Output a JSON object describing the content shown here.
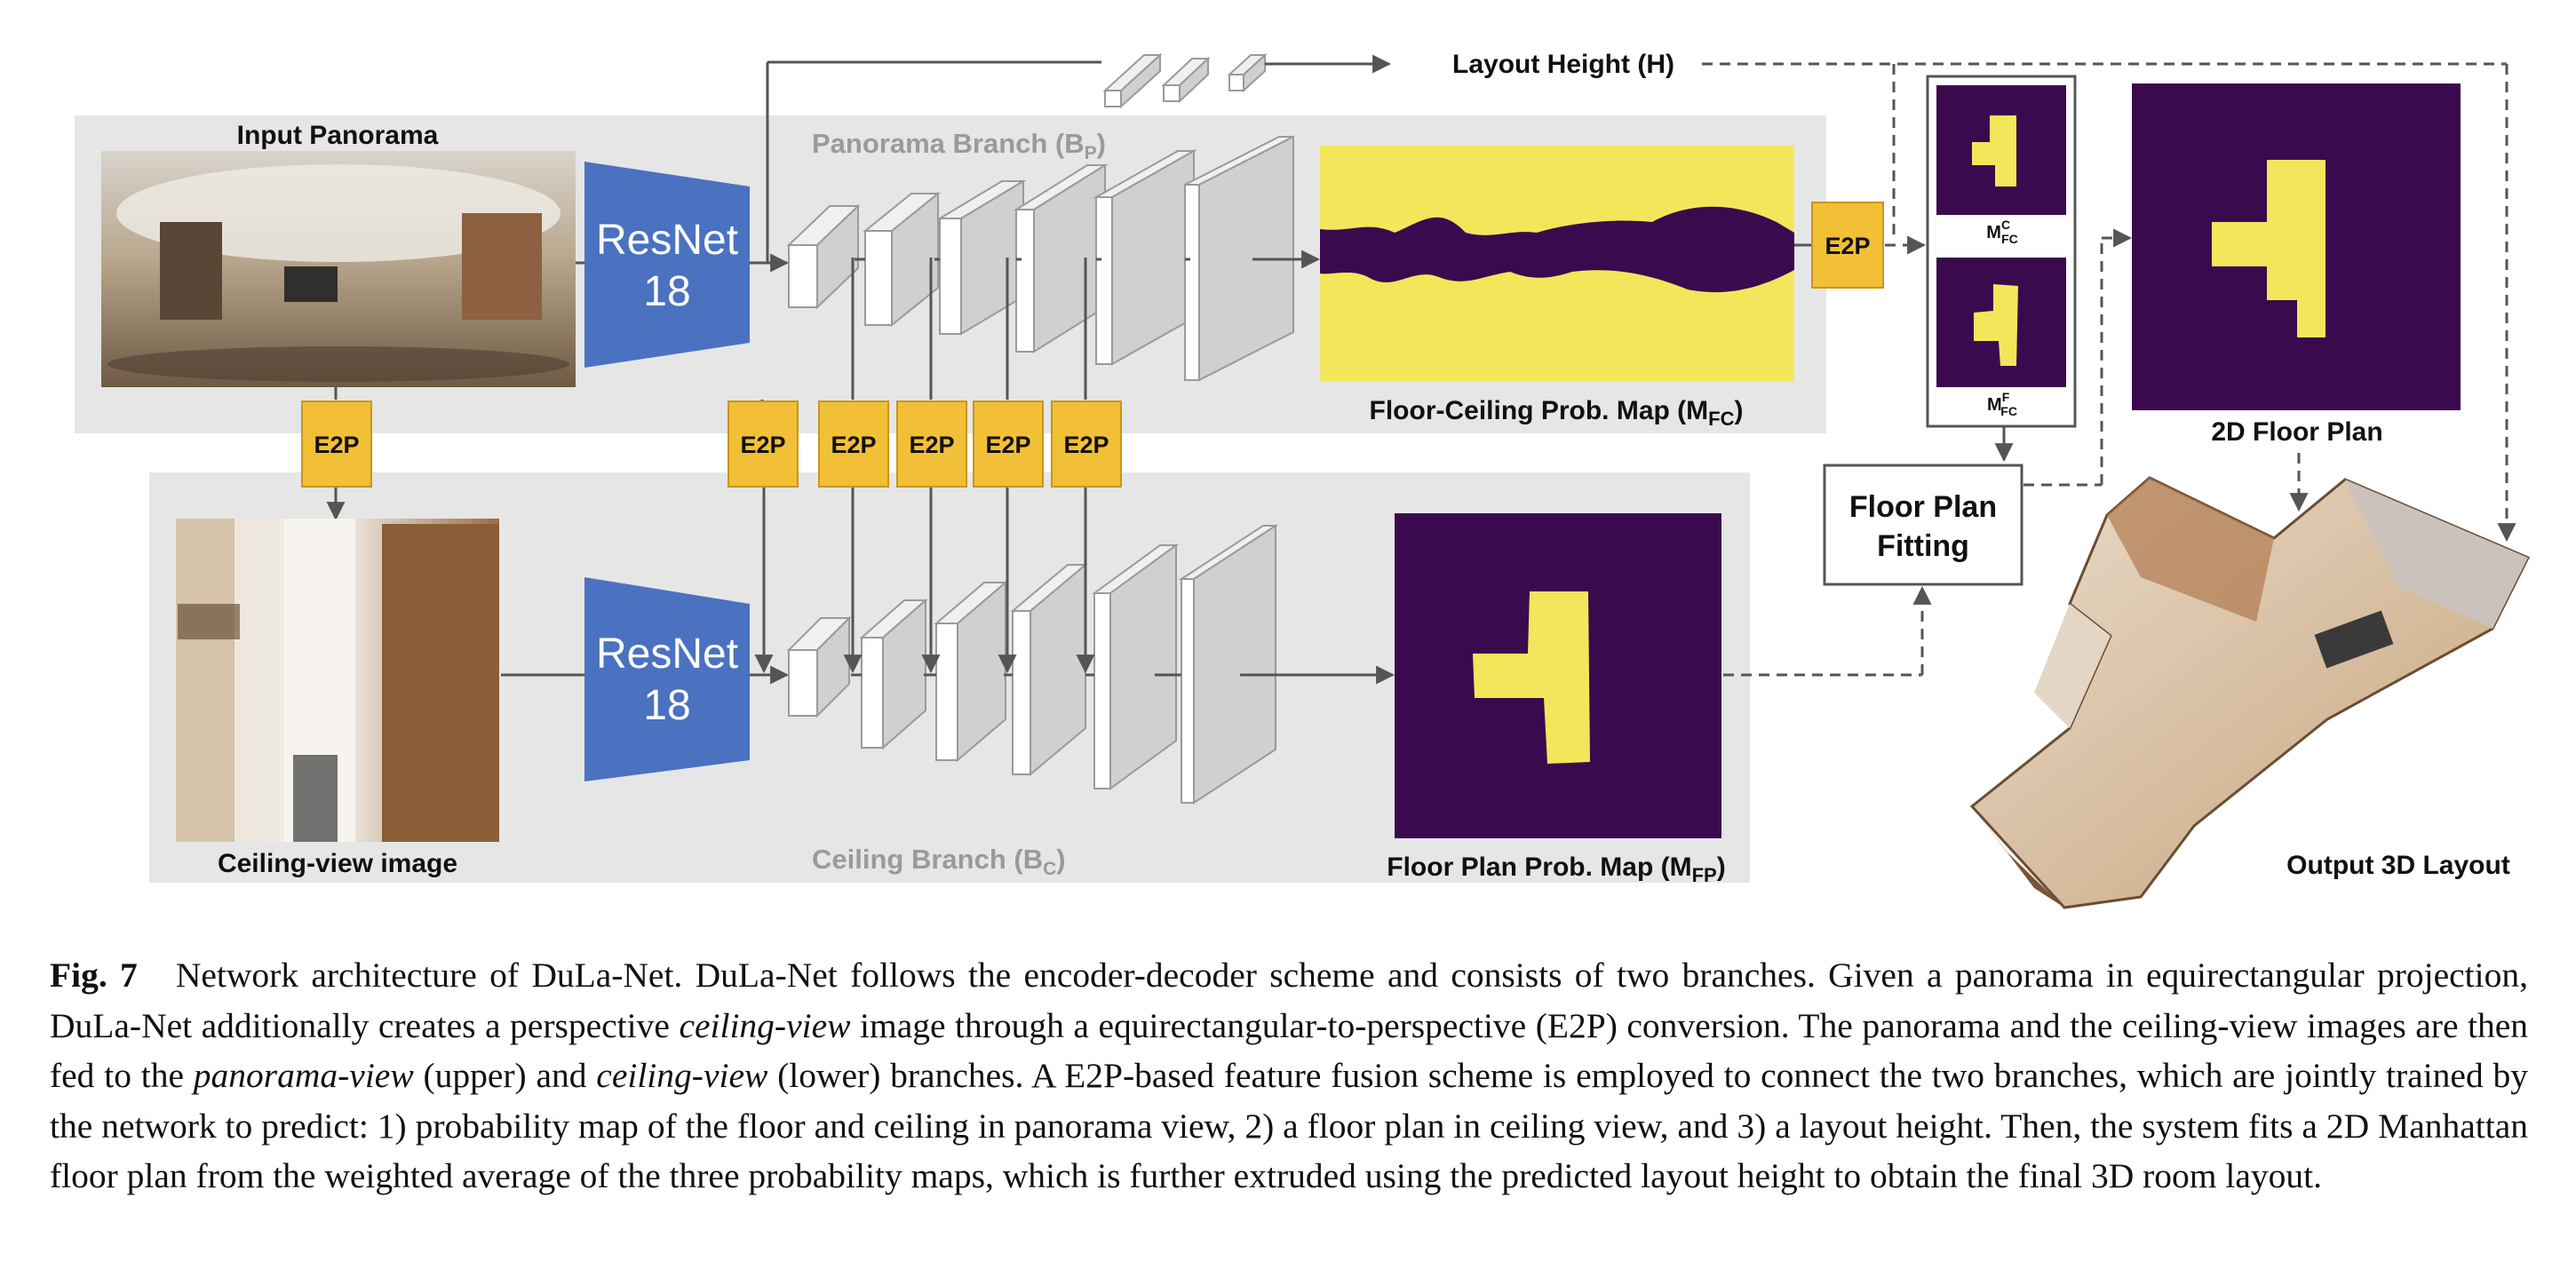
{
  "figure": {
    "input_panorama_label": "Input Panorama",
    "panorama_branch_label": "Panorama Branch (B",
    "panorama_branch_sub": "P",
    "ceiling_branch_label": "Ceiling Branch (B",
    "ceiling_branch_sub": "C",
    "resnet_line1": "ResNet",
    "resnet_line2": "18",
    "e2p": "E2P",
    "layout_height_label": "Layout Height (H)",
    "fc_map_label": "Floor-Ceiling Prob. Map (M",
    "fc_map_sub": "FC",
    "fp_map_label": "Floor Plan Prob. Map (M",
    "fp_map_sub": "FP",
    "ceiling_view_label": "Ceiling-view image",
    "mfc_c_label": "M",
    "mfc_c_sup": "C",
    "mfc_c_sub": "FC",
    "mfc_f_label": "M",
    "mfc_f_sup": "F",
    "mfc_f_sub": "FC",
    "floor_plan_fitting_line1": "Floor Plan",
    "floor_plan_fitting_line2": "Fitting",
    "floor_plan_2d_label": "2D Floor Plan",
    "output_3d_label": "Output 3D Layout",
    "colors": {
      "panel": "#e6e6e6",
      "resnet": "#4a72c0",
      "e2p": "#f2c037",
      "map_dark": "#3b0a4e",
      "map_yellow": "#f4e65a"
    }
  },
  "caption": {
    "label": "Fig. 7",
    "text_1": "Network architecture of DuLa-Net. DuLa-Net follows the encoder-decoder scheme and consists of two branches. Given a panorama in equirectangular projection, DuLa-Net additionally creates a perspective ",
    "em_1": "ceiling-view",
    "text_2": " image through a equirectangular-to-perspective (E2P) conversion. The panorama and the ceiling-view images are then fed to the ",
    "em_2": "panorama-view",
    "text_3": " (upper) and ",
    "em_3": "ceiling-view",
    "text_4": " (lower) branches. A E2P-based feature fusion scheme is employed to connect the two branches, which are jointly trained by the network to predict: 1) probability map of the floor and ceiling in panorama view, 2) a floor plan in ceiling view, and 3) a layout height. Then, the system fits a 2D Manhattan floor plan from the weighted average of the three probability maps, which is further extruded using the predicted layout height to obtain the final 3D room layout."
  }
}
